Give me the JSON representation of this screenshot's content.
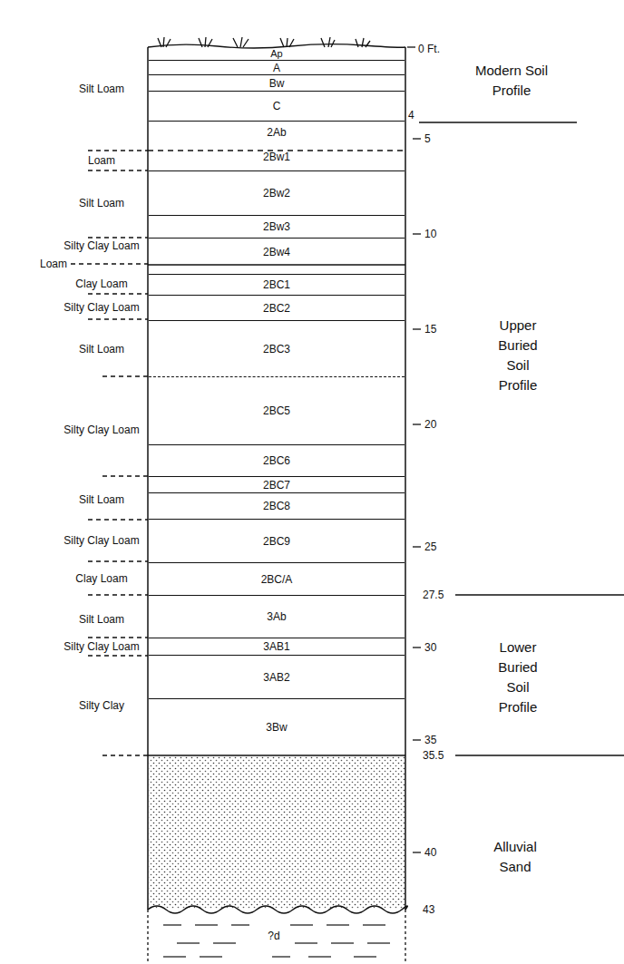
{
  "diagram": {
    "nodes": [
      {
        "text": [
          "Ap"
        ]
      },
      {
        "text": [
          "A"
        ]
      },
      {
        "text": [
          "Bw"
        ]
      },
      {
        "text": [
          "C"
        ]
      },
      {
        "text": [
          "2Ab"
        ]
      },
      {
        "text": [
          "2Bw1"
        ]
      },
      {
        "text": [
          "2Bw2"
        ]
      },
      {
        "text": [
          "2Bw3"
        ]
      },
      {
        "text": [
          "2Bw4"
        ]
      },
      {
        "text": [
          "2BC1"
        ]
      },
      {
        "text": [
          "2BC2"
        ]
      },
      {
        "text": [
          "2BC3"
        ]
      },
      {
        "text": [
          "2BC5"
        ]
      },
      {
        "text": [
          "2BC6"
        ]
      },
      {
        "text": [
          "2BC7"
        ]
      },
      {
        "text": [
          "2BC8"
        ]
      },
      {
        "text": [
          "2BC9"
        ]
      },
      {
        "text": [
          "2BC/A"
        ]
      },
      {
        "text": [
          "3Ab"
        ]
      },
      {
        "text": [
          "3AB1"
        ]
      },
      {
        "text": [
          "3AB2"
        ]
      },
      {
        "text": [
          "3Bw"
        ]
      }
    ],
    "labels": [
      "Silt Loam",
      "Loam",
      "Silt Loam",
      "Silty Clay Loam",
      "Loam",
      "Clay Loam",
      "Silty Clay Loam",
      "Silt Loam",
      "Silty Clay Loam",
      "Silt Loam",
      "Silty Clay Loam",
      "Clay Loam",
      "Silt Loam",
      "Silty Clay Loam",
      "Silty Clay",
      "0 Ft.",
      "4",
      "5",
      "10",
      "15",
      "20",
      "25",
      "27.5",
      "30",
      "35",
      "35.5",
      "40",
      "43",
      "Modern Soil Profile",
      "Upper Buried Soil Profile",
      "Lower Buried Soil Profile",
      "Alluvial Sand",
      "?d"
    ]
  }
}
